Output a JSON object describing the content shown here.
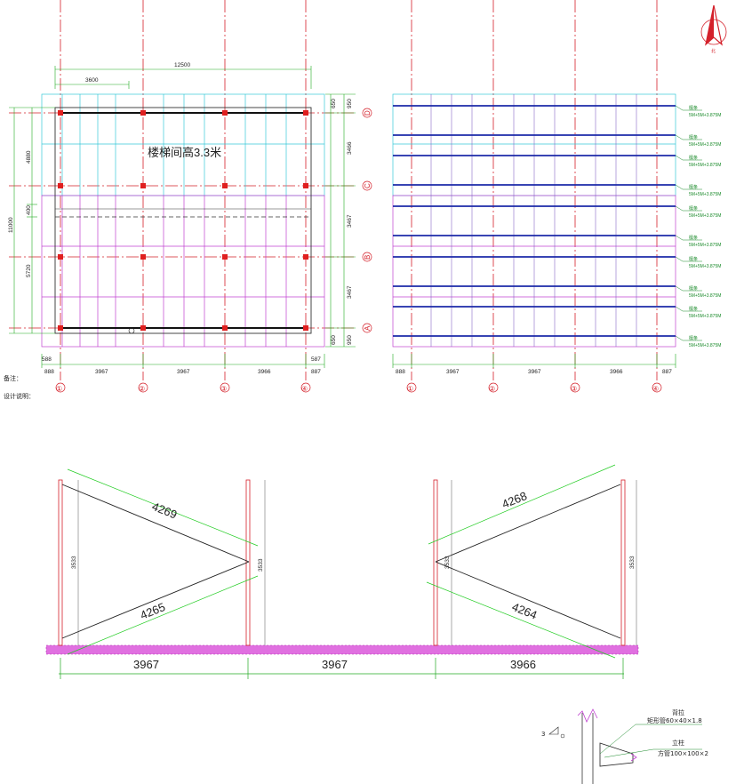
{
  "plan": {
    "stair_text": "楼梯间高3.3米",
    "overall_width": "12500",
    "sub_width": "3600",
    "bays": [
      "888",
      "3967",
      "3967",
      "3966",
      "887"
    ],
    "left_dims": [
      "4880",
      "400",
      "5720"
    ],
    "left_total": "11000",
    "right_dims": [
      "950",
      "3466",
      "3467",
      "3467",
      "650"
    ],
    "right_small": "650",
    "bottom_small_left": "588",
    "bottom_small_right": "587",
    "row_labels": [
      "D",
      "C",
      "B",
      "A"
    ],
    "col_labels": [
      "①",
      "②",
      "③",
      "④"
    ]
  },
  "purlin_plan": {
    "bays": [
      "888",
      "3967",
      "3967",
      "3966",
      "887"
    ],
    "col_labels": [
      "①",
      "②",
      "③",
      "④"
    ],
    "spec_label": "5M+5M+3.875M",
    "spec_title": "檩条"
  },
  "notes": {
    "remark": "备注：",
    "design": "设计说明："
  },
  "elevation": {
    "left_top": "4269",
    "left_bottom": "4265",
    "right_top": "4268",
    "right_bottom": "4264",
    "height": "3533",
    "bays": [
      "3967",
      "3967",
      "3966"
    ]
  },
  "detail": {
    "brace_title": "背拉",
    "brace_spec": "矩形管60×40×1.8",
    "column_title": "立柱",
    "column_spec": "方管100×100×2",
    "weld_size": "3"
  }
}
